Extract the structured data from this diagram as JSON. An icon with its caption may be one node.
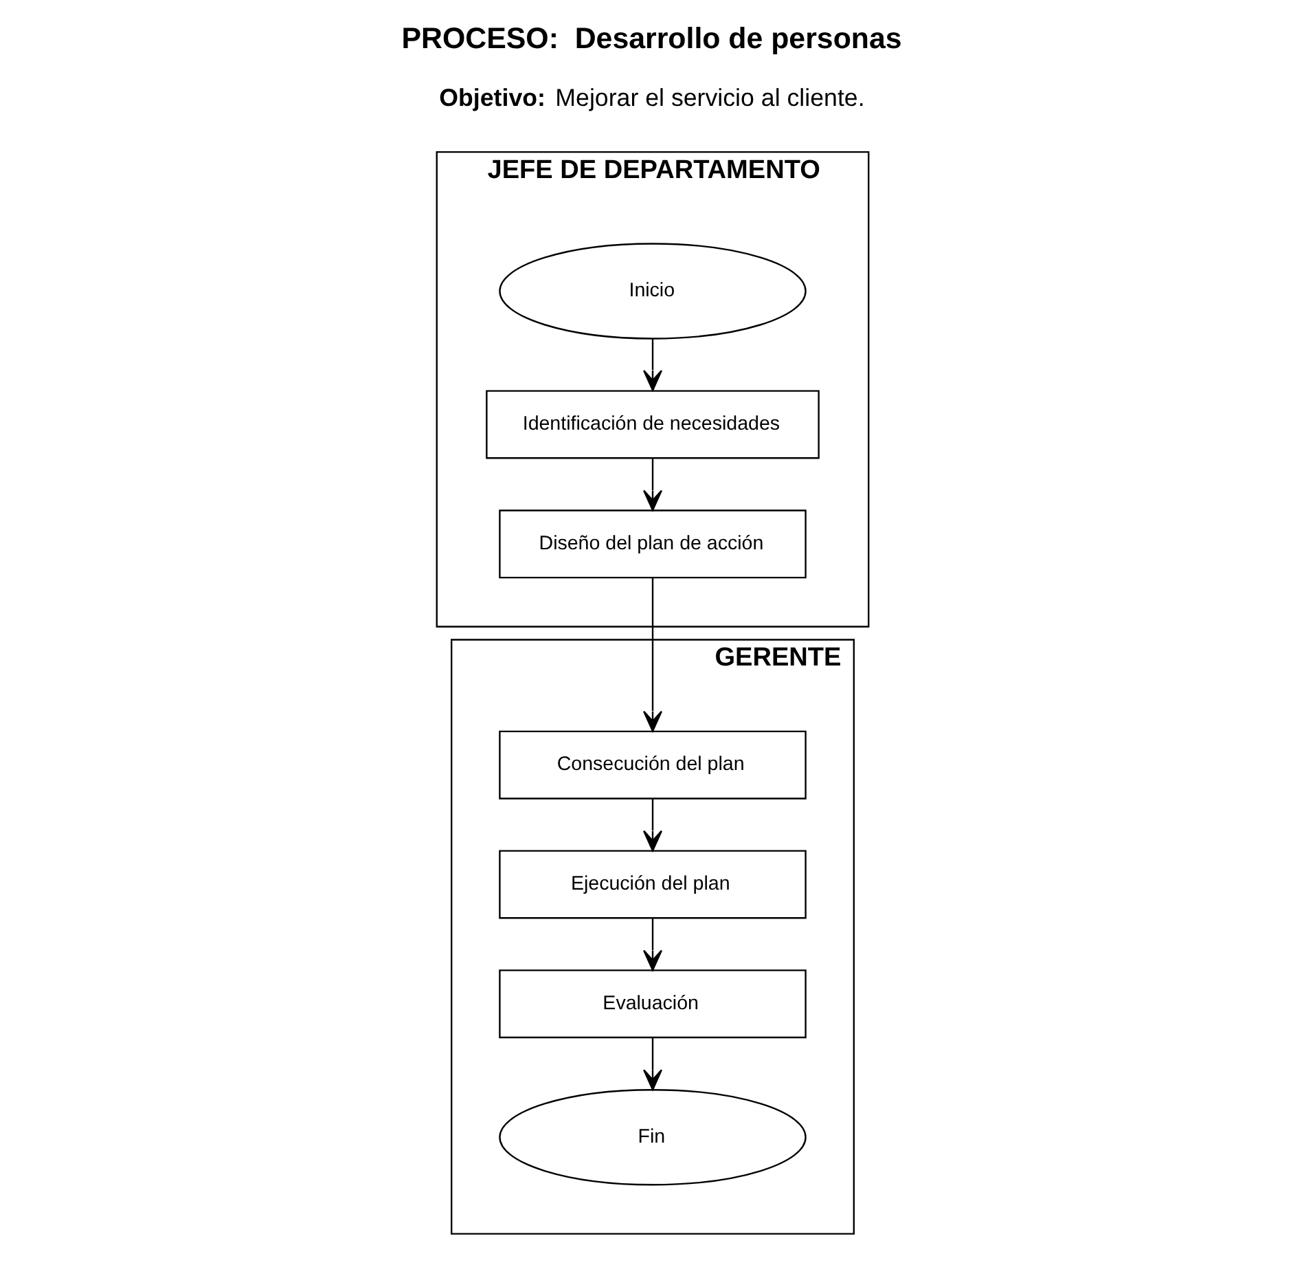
{
  "diagram": {
    "title": "PROCESO:  Desarrollo de personas",
    "nodes": [
      {
        "text": [
          "JEFE DE DEPARTAMENTO"
        ]
      },
      {
        "text": [
          "Inicio"
        ],
        "in": 0
      },
      {
        "text": [
          "Identificación de necesidades"
        ],
        "in": 0
      },
      {
        "text": [
          "Diseño del plan de acción"
        ],
        "in": 0
      },
      {
        "text": [
          "GERENTE"
        ]
      },
      {
        "text": [
          "Consecución del plan"
        ],
        "in": 4
      },
      {
        "text": [
          "Ejecución del plan"
        ],
        "in": 4
      },
      {
        "text": [
          "Evaluación"
        ],
        "in": 4
      },
      {
        "text": [
          "Fin"
        ],
        "in": 4
      }
    ],
    "edges": [
      {
        "from": 1,
        "to": 2,
        "arrow": "to"
      },
      {
        "from": 2,
        "to": 3,
        "arrow": "to"
      },
      {
        "from": 3,
        "to": 5,
        "arrow": "to"
      },
      {
        "from": 5,
        "to": 6,
        "arrow": "to"
      },
      {
        "from": 6,
        "to": 7,
        "arrow": "to"
      },
      {
        "from": 7,
        "to": 8,
        "arrow": "to"
      }
    ],
    "labels": [
      "**Objetivo:** Mejorar el servicio al cliente."
    ]
  }
}
